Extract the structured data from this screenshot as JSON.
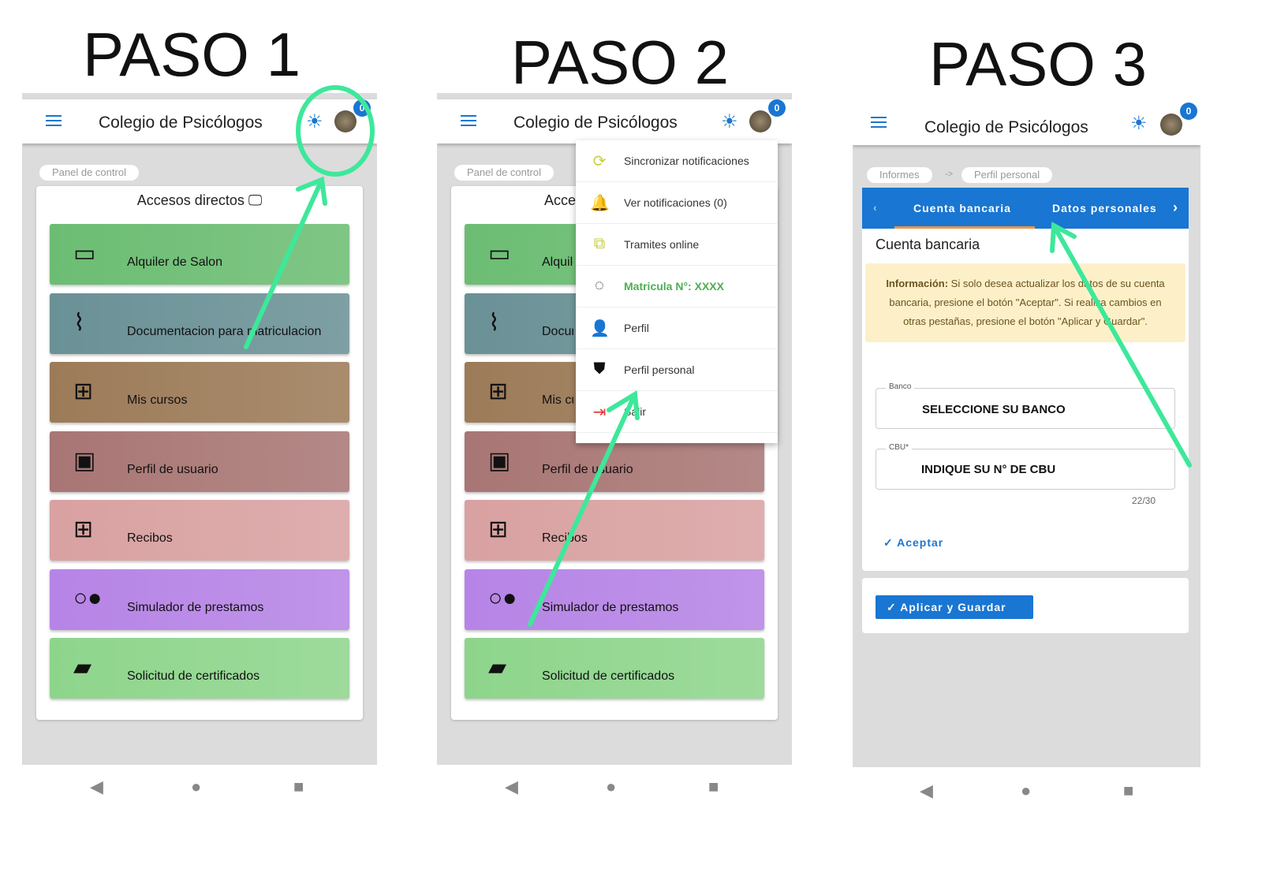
{
  "steps": [
    "PASO 1",
    "PASO 2",
    "PASO 3"
  ],
  "app_title": "Colegio de Psicólogos",
  "badge_count": "0",
  "breadcrumb_home": "Panel de control",
  "shortcuts_title": "Accesos directos",
  "tiles": [
    {
      "label": "Alquiler de Salon",
      "icon": "calendar-icon",
      "glyph": "▭",
      "color": "#6cbd73"
    },
    {
      "label": "Documentacion para matriculacion",
      "icon": "paperclip-icon",
      "glyph": "⌇",
      "color": "#6a9196"
    },
    {
      "label": "Mis cursos",
      "icon": "add-screen-icon",
      "glyph": "⊞",
      "color": "#9c7b58"
    },
    {
      "label": "Perfil de usuario",
      "icon": "contact-icon",
      "glyph": "▣",
      "color": "#a87674"
    },
    {
      "label": "Recibos",
      "icon": "add-screen-icon",
      "glyph": "⊞",
      "color": "#d9a1a1"
    },
    {
      "label": "Simulador de prestamos",
      "icon": "toggle-icon",
      "glyph": "○●",
      "color": "#b684e6"
    },
    {
      "label": "Solicitud de certificados",
      "icon": "folder-user-icon",
      "glyph": "▰",
      "color": "#8ed58c"
    }
  ],
  "dropdown": [
    {
      "label": "Sincronizar notificaciones",
      "icon": "sync-icon",
      "glyph": "⟳",
      "color": "#c8cf3c"
    },
    {
      "label": "Ver notificaciones (0)",
      "icon": "bell-icon",
      "glyph": "🔔",
      "color": "#c8cf3c"
    },
    {
      "label": "Tramites online",
      "icon": "external-link-icon",
      "glyph": "⧉",
      "color": "#c8cf3c"
    },
    {
      "label": "Matricula N°: XXXX",
      "icon": "loading-icon",
      "glyph": "◌",
      "color": "#111"
    },
    {
      "label": "Perfil",
      "icon": "person-icon",
      "glyph": "👤",
      "color": "#111"
    },
    {
      "label": "Perfil personal",
      "icon": "shield-check-icon",
      "glyph": "⛊",
      "color": "#111"
    },
    {
      "label": "Salir",
      "icon": "logout-icon",
      "glyph": "⇥",
      "color": "#e53935"
    }
  ],
  "step3": {
    "crumbs": [
      "Informes",
      "->",
      "Perfil personal"
    ],
    "tabs": [
      "Cuenta bancaria",
      "Datos personales"
    ],
    "section_title": "Cuenta bancaria",
    "info_bold": "Información:",
    "info_text": " Si solo desea actualizar los datos de su cuenta bancaria, presione el botón \"Aceptar\". Si realiza cambios en otras pestañas, presione el botón \"Aplicar y Guardar\".",
    "bank_label": "Banco",
    "bank_value": "SELECCIONE SU BANCO",
    "cbu_label": "CBU*",
    "cbu_value": "INDIQUE SU N° DE CBU",
    "cbu_counter": "22/30",
    "accept": "Aceptar",
    "apply": "Aplicar y Guardar"
  },
  "colors": {
    "accent": "#1976d2",
    "arrow": "#3de89a"
  }
}
